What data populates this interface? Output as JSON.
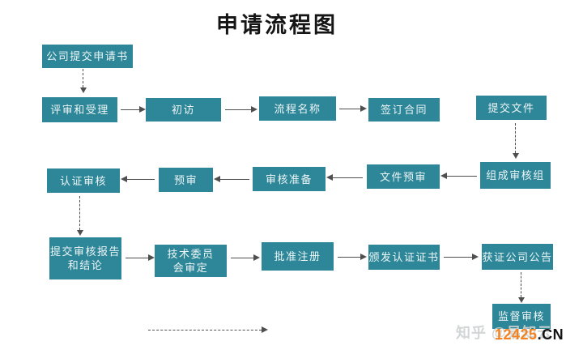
{
  "page": {
    "title": "申请流程图"
  },
  "colors": {
    "node_fill": "#2E8799",
    "node_text": "#EDF5F6",
    "arrow": "#4F4F4F",
    "title_text": "#151515",
    "watermark_gray": "#CDD1D2",
    "watermark_orange": "#F58220",
    "watermark_dark": "#141414",
    "background": "#FFFFFF"
  },
  "flowchart": {
    "nodes": [
      {
        "id": "submit-application",
        "label": "公司提交申请书"
      },
      {
        "id": "review-and-acceptance",
        "label": "评审和受理"
      },
      {
        "id": "initial-visit",
        "label": "初访"
      },
      {
        "id": "process-name",
        "label": "流程名称"
      },
      {
        "id": "sign-contract",
        "label": "签订合同"
      },
      {
        "id": "submit-documents",
        "label": "提交文件"
      },
      {
        "id": "certification-audit",
        "label": "认证审核"
      },
      {
        "id": "pre-audit",
        "label": "预审"
      },
      {
        "id": "audit-preparation",
        "label": "审核准备"
      },
      {
        "id": "document-pre-review",
        "label": "文件预审"
      },
      {
        "id": "form-audit-team",
        "label": "组成审核组"
      },
      {
        "id": "submit-audit-report",
        "label": "提交审核报告\n和结论"
      },
      {
        "id": "technical-committee",
        "label": "技术委员\n会审定"
      },
      {
        "id": "approve-registration",
        "label": "批准注册"
      },
      {
        "id": "issue-certificate",
        "label": "颁发认证证书"
      },
      {
        "id": "certified-announcement",
        "label": "获证公司公告"
      },
      {
        "id": "surveillance-audit",
        "label": "监督审核"
      }
    ]
  },
  "watermark": {
    "zhihu": "知乎 @易知云",
    "site_number": "12425",
    "site_tld": ".CN"
  }
}
